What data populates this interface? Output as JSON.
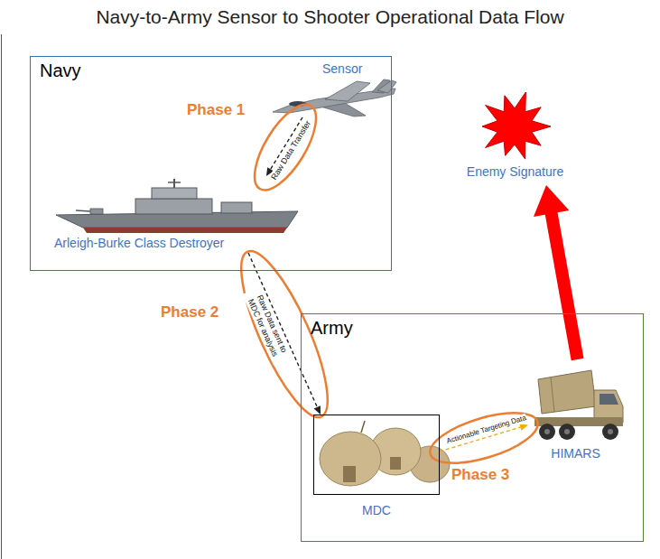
{
  "diagram": {
    "title": "Navy-to-Army Sensor to Shooter Operational Data Flow",
    "nodes": [
      {
        "text": [
          "Navy"
        ]
      },
      {
        "text": [
          "Sensor"
        ],
        "in": 0
      },
      {
        "text": [
          "Arleigh-Burke Class Destroyer"
        ],
        "in": 0
      },
      {
        "text": [
          "Army"
        ]
      },
      {
        "text": [
          "MDC"
        ],
        "in": 3
      },
      {
        "text": [
          "HIMARS"
        ],
        "in": 3
      },
      {
        "text": [
          "Enemy Signature"
        ]
      }
    ],
    "edges": [
      {
        "from": 1,
        "to": 2,
        "label": "Raw Data Transfer",
        "arrow": "to"
      },
      {
        "from": 2,
        "to": 4,
        "label": "Raw Data sent to MDC for analysis",
        "arrow": "to"
      },
      {
        "from": 4,
        "to": 5,
        "label": "Actionable Targeting Data",
        "arrow": "to"
      },
      {
        "from": 5,
        "to": 6,
        "arrow": "to"
      }
    ],
    "labels": [
      "Phase 1",
      "Phase 2",
      "Phase 3"
    ]
  }
}
